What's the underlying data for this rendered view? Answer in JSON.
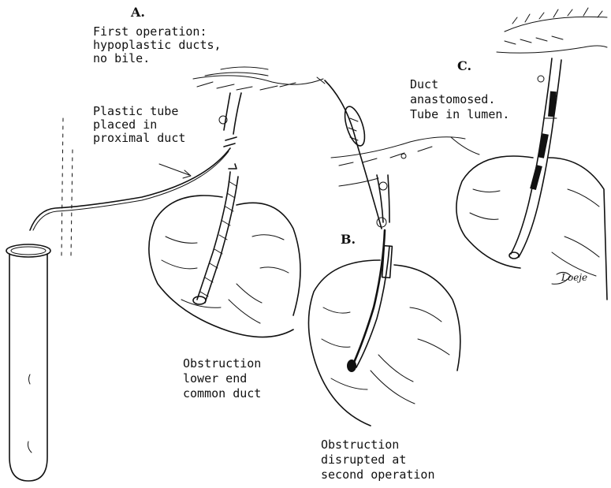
{
  "panels": {
    "a": {
      "letter": "A.",
      "caption_lines": [
        "First operation:",
        "hypoplastic ducts,",
        "no bile."
      ],
      "tube_label_lines": [
        "Plastic tube",
        "placed in",
        "proximal duct"
      ],
      "obstruction_lines": [
        "Obstruction",
        "lower end",
        "common duct"
      ]
    },
    "b": {
      "letter": "B.",
      "obstruction_lines": [
        "Obstruction",
        "disrupted at",
        "second operation"
      ]
    },
    "c": {
      "letter": "C.",
      "caption_lines": [
        "Duct",
        "anastomosed.",
        "Tube in lumen."
      ]
    }
  },
  "signature": "Loeje",
  "ink_color": "#111111"
}
